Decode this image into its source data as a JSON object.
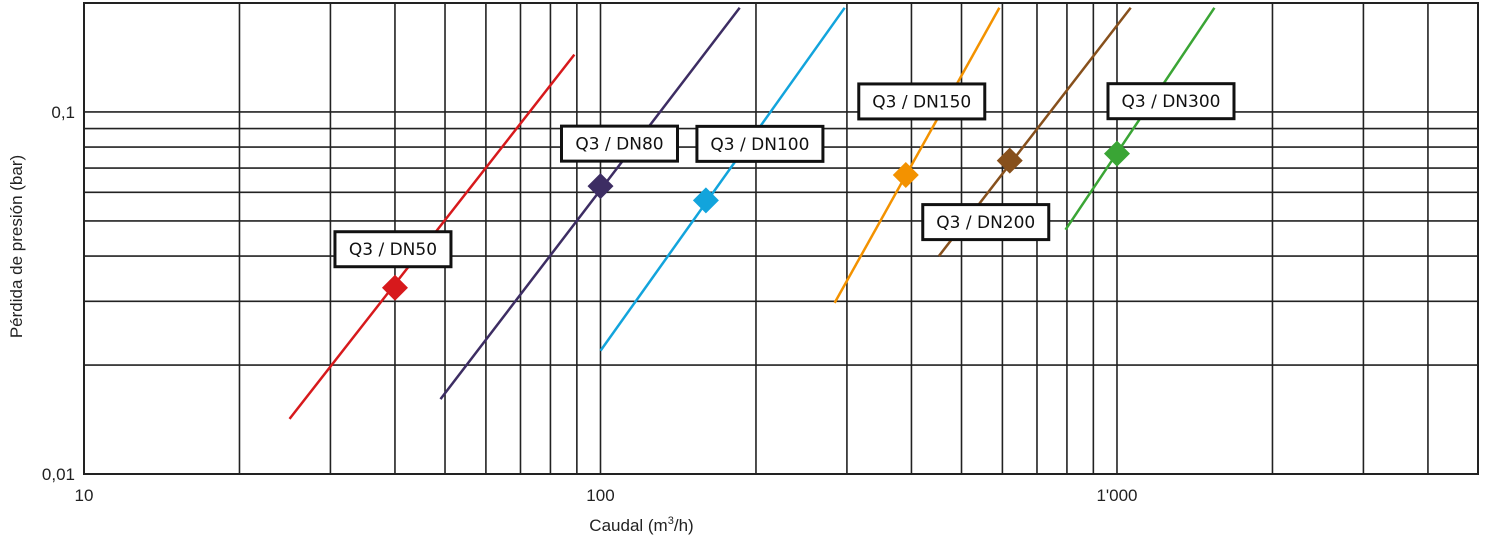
{
  "chart_data": {
    "type": "line",
    "title": "",
    "xlabel": "Caudal (m³/h)",
    "xlabel_parts": {
      "base": "Caudal (m",
      "sup": "3",
      "tail": "/h)"
    },
    "ylabel": "Pérdida de presión (bar)",
    "xscale": "log",
    "yscale": "log",
    "xlim": [
      10,
      5000
    ],
    "ylim": [
      0.01,
      0.2
    ],
    "grid": true,
    "x_grid_values": [
      20,
      30,
      40,
      50,
      60,
      70,
      80,
      90,
      100,
      200,
      300,
      400,
      500,
      600,
      700,
      800,
      900,
      1000,
      2000,
      3000,
      4000
    ],
    "y_grid_values": [
      0.02,
      0.03,
      0.04,
      0.05,
      0.06,
      0.07,
      0.08,
      0.09,
      0.1
    ],
    "x_tick_labels": [
      {
        "value": 10,
        "label": "10"
      },
      {
        "value": 100,
        "label": "100"
      },
      {
        "value": 1000,
        "label": "1'000"
      }
    ],
    "y_tick_labels": [
      {
        "value": 0.01,
        "label": "0,01"
      },
      {
        "value": 0.1,
        "label": "0,1"
      }
    ],
    "legend": "none",
    "series": [
      {
        "name": "Q3 / DN50",
        "color": "#d7191c",
        "line": [
          [
            25,
            0.0142
          ],
          [
            89,
            0.144
          ]
        ],
        "q3_point": [
          40,
          0.0327
        ],
        "label_box": "above-left"
      },
      {
        "name": "Q3 / DN80",
        "color": "#3d2d63",
        "line": [
          [
            49,
            0.0161
          ],
          [
            186,
            0.194
          ]
        ],
        "q3_point": [
          100,
          0.0624
        ],
        "label_box": "above"
      },
      {
        "name": "Q3 / DN100",
        "color": "#12a4dc",
        "line": [
          [
            100,
            0.0219
          ],
          [
            297,
            0.194
          ]
        ],
        "q3_point": [
          160,
          0.057
        ],
        "label_box": "above"
      },
      {
        "name": "Q3 / DN150",
        "color": "#f39200",
        "line": [
          [
            284,
            0.0297
          ],
          [
            592,
            0.194
          ]
        ],
        "q3_point": [
          390,
          0.067
        ],
        "label_box": "above"
      },
      {
        "name": "Q3 / DN200",
        "color": "#87501c",
        "line": [
          [
            452,
            0.04
          ],
          [
            1063,
            0.194
          ]
        ],
        "q3_point": [
          620,
          0.0734
        ],
        "label_box": "below"
      },
      {
        "name": "Q3 / DN300",
        "color": "#3aa535",
        "line": [
          [
            795,
            0.0473
          ],
          [
            1544,
            0.194
          ]
        ],
        "q3_point": [
          1000,
          0.0767
        ],
        "label_box": "above"
      }
    ]
  }
}
